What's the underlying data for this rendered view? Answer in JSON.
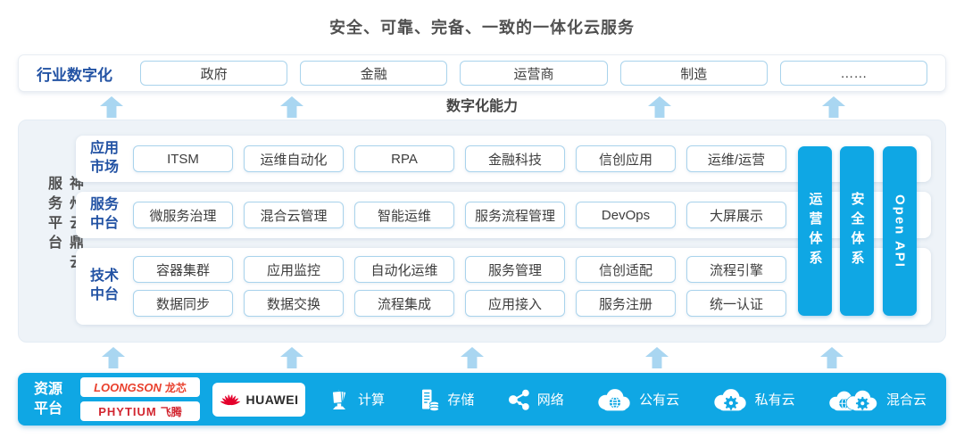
{
  "title": "安全、可靠、完备、一致的一体化云服务",
  "industry": {
    "label": "行业数字化",
    "items": [
      "政府",
      "金融",
      "运营商",
      "制造",
      "……"
    ]
  },
  "capability_label": "数字化能力",
  "platform": {
    "side_label": "神州云鼎云服务平台",
    "app_row": {
      "label": "应用市场",
      "items": [
        "ITSM",
        "运维自动化",
        "RPA",
        "金融科技",
        "信创应用",
        "运维/运营"
      ]
    },
    "service_row": {
      "label": "服务中台",
      "items": [
        "微服务治理",
        "混合云管理",
        "智能运维",
        "服务流程管理",
        "DevOps",
        "大屏展示"
      ]
    },
    "tech_row": {
      "label": "技术中台",
      "line1": [
        "容器集群",
        "应用监控",
        "自动化运维",
        "服务管理",
        "信创适配",
        "流程引擎"
      ],
      "line2": [
        "数据同步",
        "数据交换",
        "流程集成",
        "应用接入",
        "服务注册",
        "统一认证"
      ]
    },
    "pillars": [
      "运营体系",
      "安全体系",
      "Open API"
    ]
  },
  "resources": {
    "label": "资源平台",
    "vendors": {
      "loongson": "LOONGSON",
      "loongson_cn": "龙芯",
      "phytium": "PHYTIUM",
      "phytium_cn": "飞腾",
      "huawei": "HUAWEI"
    },
    "items": [
      {
        "icon": "compute-icon",
        "label": "计算"
      },
      {
        "icon": "storage-icon",
        "label": "存储"
      },
      {
        "icon": "network-icon",
        "label": "网络"
      },
      {
        "icon": "public-cloud-icon",
        "label": "公有云"
      },
      {
        "icon": "private-cloud-icon",
        "label": "私有云"
      },
      {
        "icon": "hybrid-cloud-icon",
        "label": "混合云"
      }
    ]
  },
  "colors": {
    "accent_blue": "#0fa7e4",
    "arrow_blue": "#a9d6f1",
    "label_blue": "#2353a4",
    "box_border": "#a9d3ec",
    "panel_bg": "#eef3f8",
    "loongson_red": "#e9402d",
    "phytium_red": "#d22630",
    "huawei_red": "#e4002b"
  }
}
